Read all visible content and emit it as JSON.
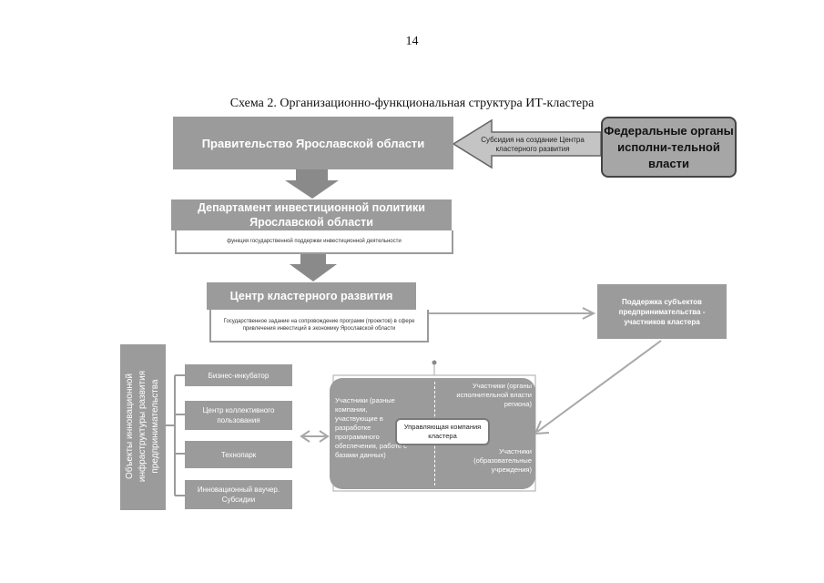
{
  "page_number": "14",
  "caption": "Схема 2. Организационно-функциональная структура ИТ-кластера",
  "government": "Правительство Ярославской области",
  "federal": "Федеральные органы исполни-тельной власти",
  "subsidy": "Субсидия на создание Центра кластерного развития",
  "department": {
    "title": "Департамент инвестиционной политики Ярославской области",
    "subtitle": "функция государственной поддержки инвестиционной деятельности"
  },
  "cluster_center": {
    "title": "Центр кластерного развития",
    "subtitle": "Государственное задание на сопровождение программ (проектов) в сфере привлечения инвестиций в экономику Ярославской области"
  },
  "support": "Поддержка субъектов предпринимательства - участников кластера",
  "infrastructure": "Объекты инновационной инфраструктуры развития предпринимательства",
  "objects": [
    "Бизнес-инкубатор",
    "Центр коллективного пользования",
    "Технопарк",
    "Инновационный ваучер. Субсидии"
  ],
  "cluster": {
    "left_participants": "Участники (разные компании, участвующие в разработке программного обеспечения, работе с базами данных)",
    "right_top_participants": "Участники (органы исполнительной власти региона)",
    "right_bottom_participants": "Участники (образовательные учреждения)",
    "management": "Управляющая компания кластера"
  },
  "colors": {
    "box": "#9b9b9b",
    "arrow": "#8a8a8a",
    "border_dark": "#444444"
  }
}
